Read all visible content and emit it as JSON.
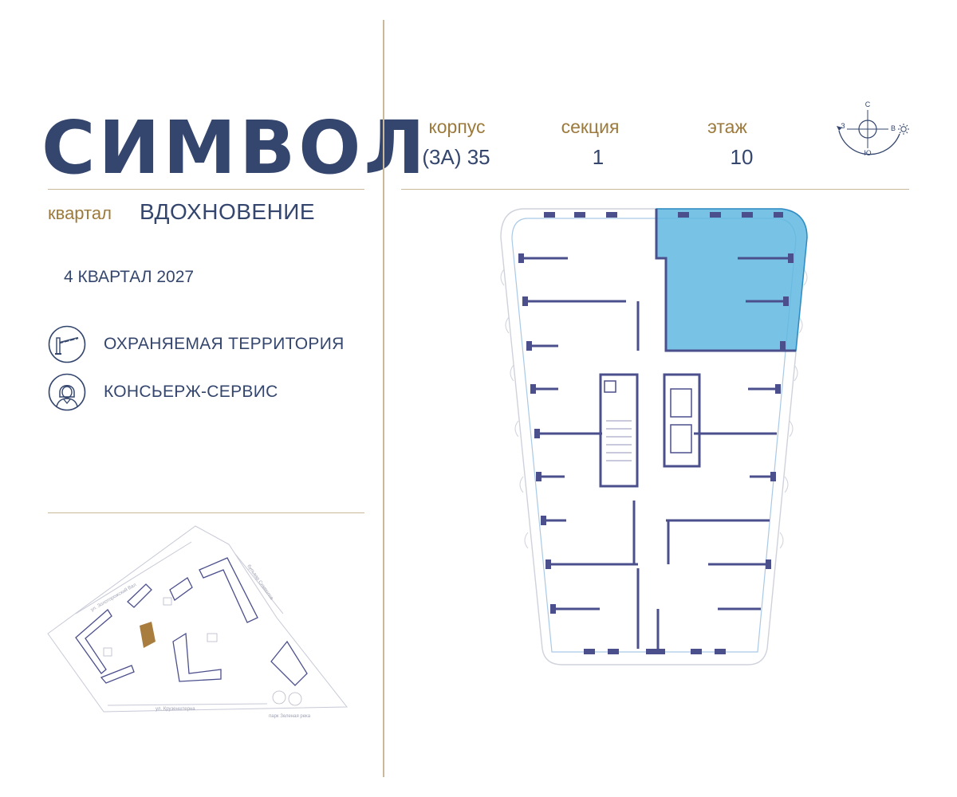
{
  "brand": {
    "logo": "СИМВОЛ"
  },
  "district": {
    "prefix": "квартал",
    "name": "ВДОХНОВЕНИЕ"
  },
  "deadline": "4 КВАРТАЛ 2027",
  "features": [
    {
      "icon": "barrier-gate-icon",
      "label": "ОХРАНЯЕМАЯ ТЕРРИТОРИЯ"
    },
    {
      "icon": "concierge-icon",
      "label": "КОНСЬЕРЖ-СЕРВИС"
    }
  ],
  "info": {
    "building": {
      "label": "корпус",
      "value": "(3А) 35"
    },
    "section": {
      "label": "секция",
      "value": "1"
    },
    "floor": {
      "label": "этаж",
      "value": "10"
    }
  },
  "compass": {
    "north": "С",
    "south": "Ю",
    "west": "З",
    "east": "В"
  },
  "site_plan": {
    "street_top": "ул. Золоторожский Вал",
    "street_right": "бульвар Символов",
    "street_bottom": "ул. Крузенштерна",
    "park": "парк Зеленая река"
  },
  "colors": {
    "brand_navy": "#34466e",
    "gold": "#9c7a3c",
    "wall": "#4b4f8c",
    "highlight": "#5fb7e0"
  }
}
